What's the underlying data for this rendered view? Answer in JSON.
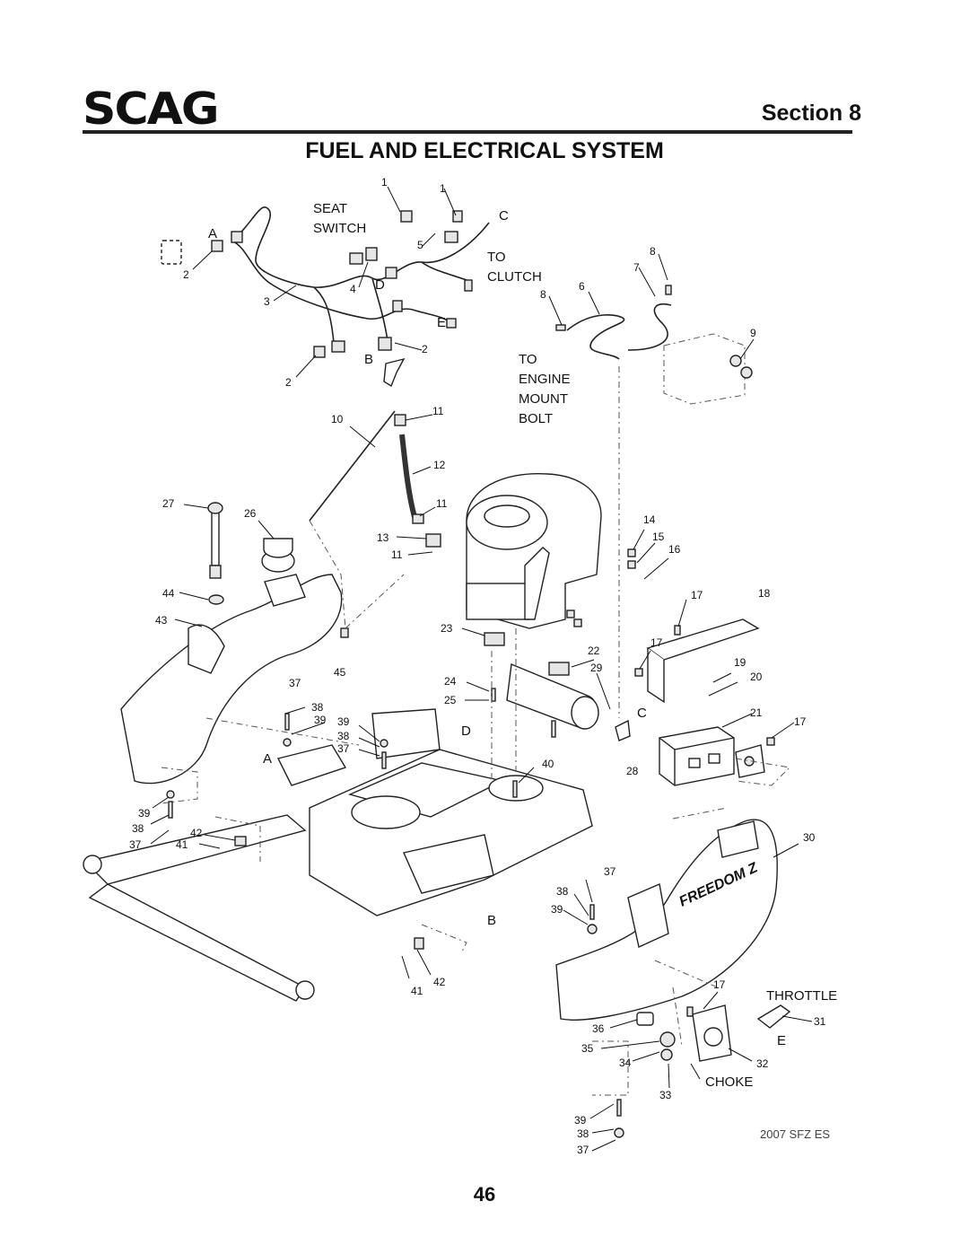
{
  "header": {
    "brand": "SCAG",
    "section": "Section 8",
    "title": "FUEL AND ELECTRICAL SYSTEM"
  },
  "labels": {
    "seat_switch_1": "SEAT",
    "seat_switch_2": "SWITCH",
    "to_clutch_1": "TO",
    "to_clutch_2": "CLUTCH",
    "to_engine_1": "TO",
    "to_engine_2": "ENGINE",
    "to_engine_3": "MOUNT",
    "to_engine_4": "BOLT",
    "throttle": "THROTTLE",
    "choke": "CHOKE",
    "brand_panel": "FREEDOM Z"
  },
  "connectors": [
    "A",
    "B",
    "C",
    "D",
    "E"
  ],
  "model_ref": "2007 SFZ ES",
  "page_number": "46"
}
